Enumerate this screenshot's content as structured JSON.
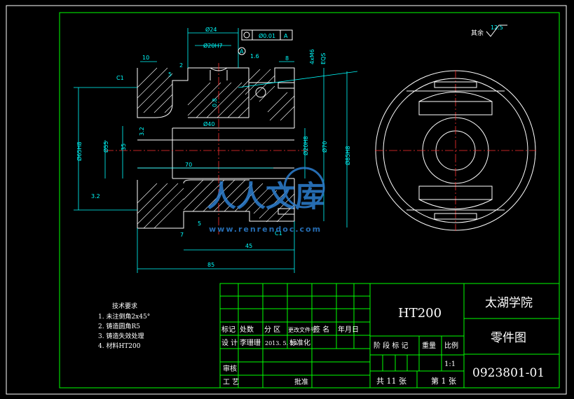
{
  "dimensions": {
    "d24": "Ø24",
    "tol_flatness": "Ø0.01",
    "tol_datum": "A",
    "d20h7": "Ø20H7",
    "datum_label": "A",
    "rough_16": "1.6",
    "dim_8": "8",
    "thread": "4xM6",
    "eqs": "EQS",
    "dim_10": "10",
    "dim_5": "5",
    "dim_2a": "2",
    "c1_top": "C1",
    "rough_08": "0.8",
    "d40": "Ø40",
    "rough_32": "3.2",
    "d20h8": "Ø20H8",
    "d70": "Ø70",
    "d85h8": "Ø85H8",
    "d55": "Ø55",
    "d35": "35",
    "d65h8": "Ø65H8",
    "len70": "70",
    "rough_32b": "3.2",
    "dim_7": "7",
    "dim_5b": "5",
    "c1_bot": "C1",
    "len45": "45",
    "len85": "85",
    "rest_label": "其余",
    "rest_rough": "12.5"
  },
  "tech": {
    "title": "技术要求",
    "items": [
      "1. 未注倒角2x45°",
      "2. 铸造圆角R5",
      "3. 铸造失效处理",
      "4. 材料HT200"
    ]
  },
  "titleblock": {
    "material": "HT200",
    "school": "太湖学院",
    "drawing_type": "零件图",
    "drawing_no": "0923801-01",
    "headers": [
      "标记",
      "处数",
      "分 区",
      "更改文件号",
      "签 名",
      "年月日"
    ],
    "design_label": "设 计",
    "designer": "李珊珊",
    "design_date": "2013. 5. 20",
    "std_label": "标准化",
    "stage_headers": [
      "阶 段 标 记",
      "重量",
      "比例"
    ],
    "scale": "1:1",
    "review_label": "审核",
    "process_label": "工 艺",
    "approve_label": "批准",
    "sheets_total": "共 11 张",
    "sheet_no": "第 1 张"
  },
  "watermark": {
    "brand": "人人文库",
    "url": "www.renrendoc.com"
  },
  "colors": {
    "border": "#00ff00",
    "outline": "#ffffff",
    "dimension": "#00ffff",
    "watermark": "#2d7fd0"
  }
}
